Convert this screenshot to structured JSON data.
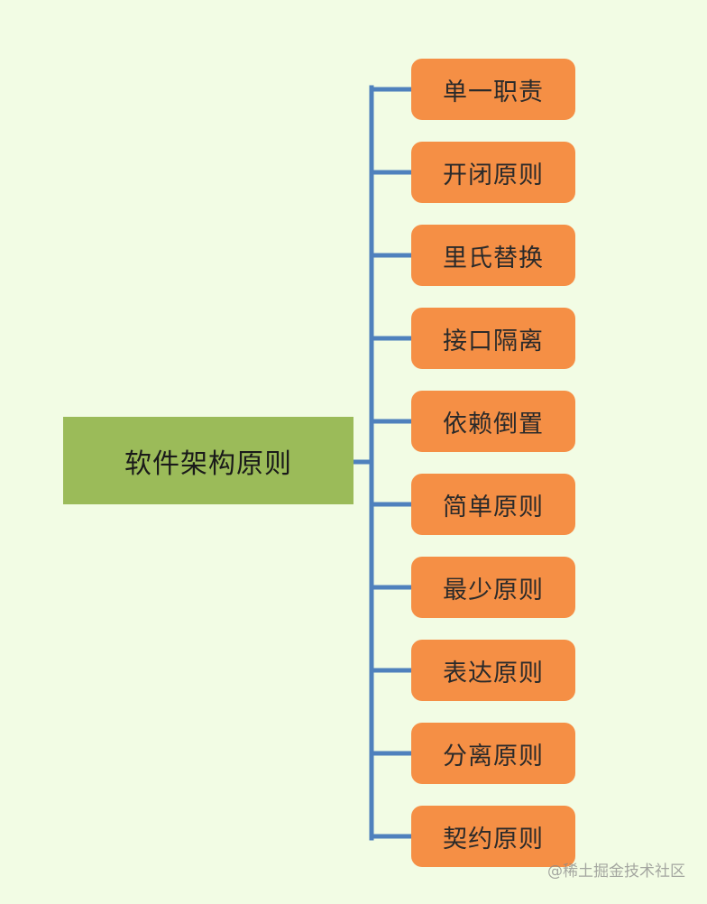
{
  "diagram": {
    "root": {
      "label": "软件架构原则"
    },
    "branches": [
      {
        "label": "单一职责"
      },
      {
        "label": "开闭原则"
      },
      {
        "label": "里氏替换"
      },
      {
        "label": "接口隔离"
      },
      {
        "label": "依赖倒置"
      },
      {
        "label": "简单原则"
      },
      {
        "label": "最少原则"
      },
      {
        "label": "表达原则"
      },
      {
        "label": "分离原则"
      },
      {
        "label": "契约原则"
      }
    ],
    "colors": {
      "background": "#f2fce4",
      "root_fill": "#9bbb59",
      "branch_fill": "#f58f45",
      "connector": "#4f81bd"
    }
  },
  "watermark": "@稀土掘金技术社区"
}
